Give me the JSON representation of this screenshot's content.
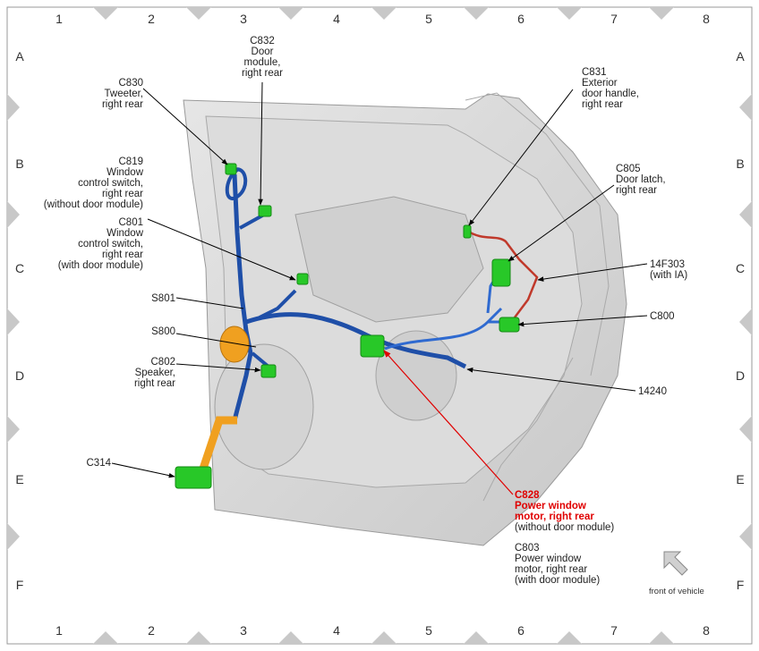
{
  "grid": {
    "columns": [
      "1",
      "2",
      "3",
      "4",
      "5",
      "6",
      "7",
      "8"
    ],
    "rows": [
      "A",
      "B",
      "C",
      "D",
      "E",
      "F"
    ]
  },
  "labels": {
    "c832": [
      "C832",
      "Door",
      "module,",
      "right rear"
    ],
    "c830": [
      "C830",
      "Tweeter,",
      "right rear"
    ],
    "c819": [
      "C819",
      "Window",
      "control switch,",
      "right rear",
      "(without door module)"
    ],
    "c801": [
      "C801",
      "Window",
      "control switch,",
      "right rear",
      "(with door module)"
    ],
    "s801": [
      "S801"
    ],
    "s800": [
      "S800"
    ],
    "c802": [
      "C802",
      "Speaker,",
      "right rear"
    ],
    "c314": [
      "C314"
    ],
    "c831": [
      "C831",
      "Exterior",
      "door handle,",
      "right rear"
    ],
    "c805": [
      "C805",
      "Door latch,",
      "right rear"
    ],
    "f14303": [
      "14F303",
      "(with IA)"
    ],
    "c800": [
      "C800"
    ],
    "h14240": [
      "14240"
    ],
    "c828": [
      "C828",
      "Power window",
      "motor, right rear"
    ],
    "c828_note": "(without door module)",
    "c803": [
      "C803",
      "Power window",
      "motor, right rear",
      "(with door module)"
    ]
  },
  "front_of_vehicle": "front of vehicle",
  "colors": {
    "harness_blue": "#1f4fa8",
    "harness_red": "#c0392b",
    "connector_green": "#28c828",
    "grommet_orange": "#f0a020",
    "door_gray": "#d9d9d9",
    "highlight_red": "#e00000"
  }
}
